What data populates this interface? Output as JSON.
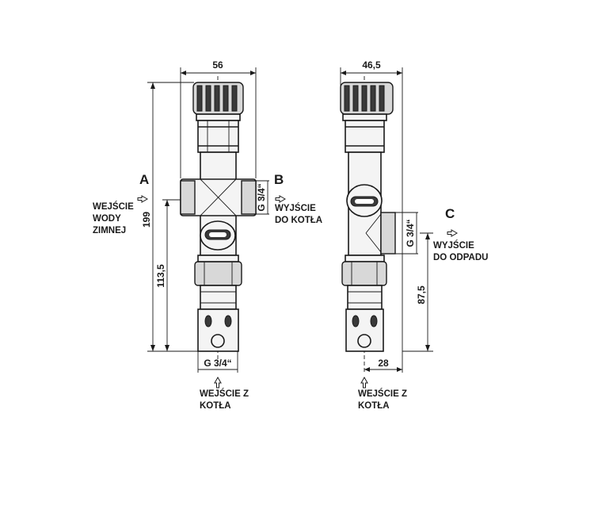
{
  "left_view": {
    "dim_width": "56",
    "dim_total_height": "199",
    "dim_lower_height": "113,5",
    "port_a_letter": "A",
    "port_a_label": [
      "WEJŚCIE",
      "WODY",
      "ZIMNEJ"
    ],
    "port_b_letter": "B",
    "port_b_thread": "G 3/4“",
    "port_b_label": [
      "WYJŚCIE",
      "DO KOTŁA"
    ],
    "bottom_thread": "G 3/4“",
    "bottom_label": [
      "WEJŚCIE Z",
      "KOTŁA"
    ]
  },
  "right_view": {
    "dim_width": "46,5",
    "port_c_letter": "C",
    "port_c_thread": "G 3/4“",
    "port_c_label": [
      "WYJŚCIE",
      "DO ODPADU"
    ],
    "dim_side_height": "87,5",
    "dim_bottom_offset": "28",
    "bottom_label": [
      "WEJŚCIE Z",
      "KOTŁA"
    ]
  }
}
